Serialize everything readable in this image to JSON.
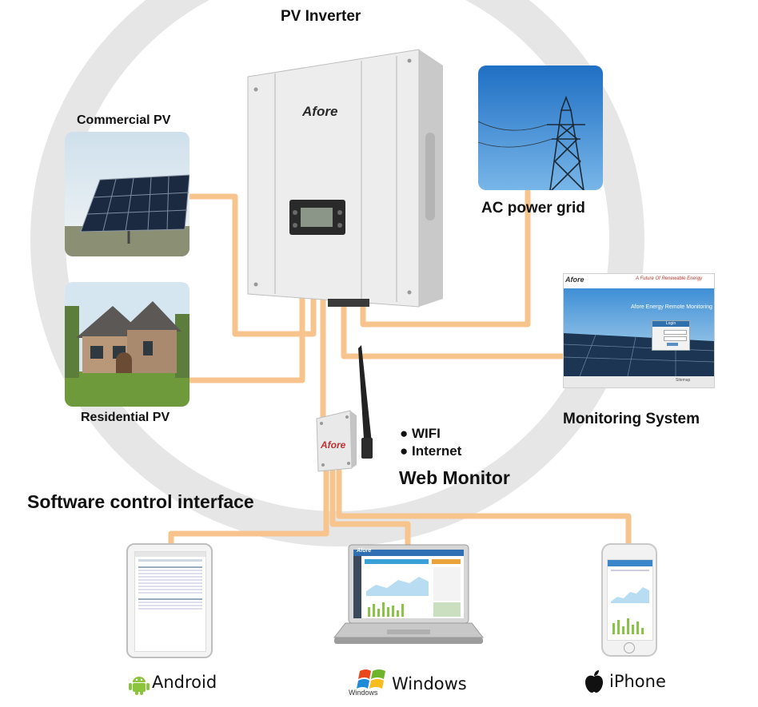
{
  "title": "PV Inverter",
  "brand": "Afore",
  "nodes": {
    "commercial_pv": "Commercial PV",
    "residential_pv": "Residential PV",
    "ac_grid": "AC power grid",
    "monitoring_system": "Monitoring System",
    "web_monitor": "Web Monitor"
  },
  "features": [
    "WIFI",
    "Internet"
  ],
  "section_title": "Software control interface",
  "monitoring_screen": {
    "tagline": "A Future Of Renewable Energy",
    "banner": "Afore Energy Remote Monitoring",
    "login_title": "Login",
    "footer_link": "Sitemap"
  },
  "devices": [
    {
      "name": "Android",
      "icon": "android-icon"
    },
    {
      "name": "Windows",
      "icon": "windows-icon",
      "logo_text": "Windows"
    },
    {
      "name": "iPhone",
      "icon": "apple-icon"
    }
  ],
  "colors": {
    "cable": "#f7c48e",
    "ring": "#e4e4e4",
    "sky": "#3a8fd8"
  }
}
